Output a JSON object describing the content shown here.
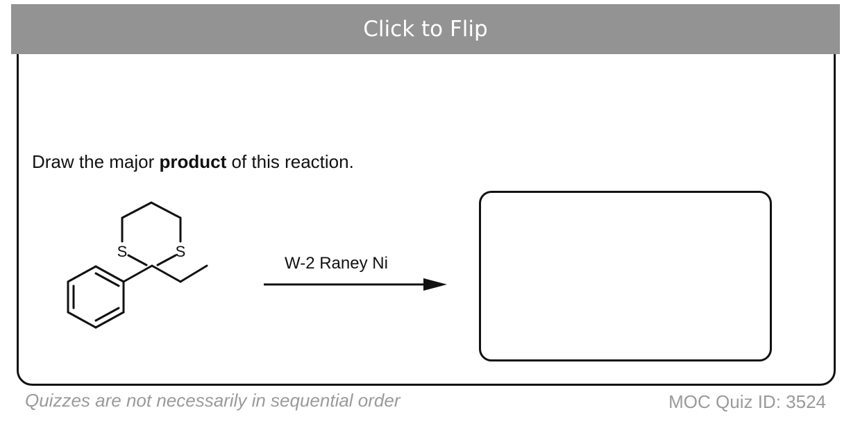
{
  "header": {
    "flip_label": "Click to Flip"
  },
  "question": {
    "prefix": "Draw the major ",
    "emphasis": "product",
    "suffix": " of this reaction."
  },
  "reaction": {
    "reagent": "W-2 Raney Ni",
    "atom_label_1": "S",
    "atom_label_2": "S"
  },
  "footer": {
    "note": "Quizzes are not necessarily in sequential order",
    "quiz_id": "MOC Quiz ID: 3524"
  }
}
